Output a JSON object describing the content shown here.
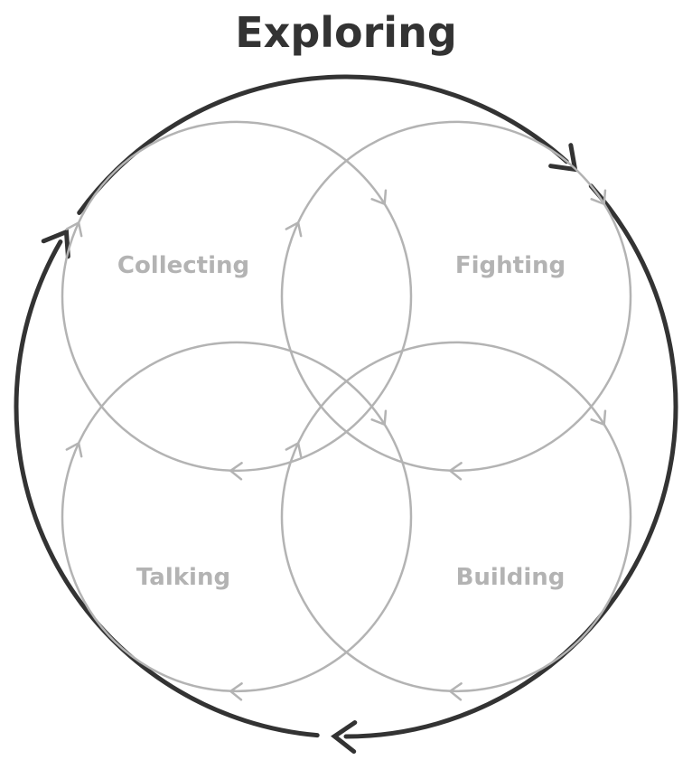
{
  "diagram": {
    "title": "Exploring",
    "loops": [
      {
        "id": "collecting",
        "label": "Collecting"
      },
      {
        "id": "fighting",
        "label": "Fighting"
      },
      {
        "id": "talking",
        "label": "Talking"
      },
      {
        "id": "building",
        "label": "Building"
      }
    ],
    "colors": {
      "outer_cycle": "#333333",
      "inner_cycles": "#b3b3b3"
    }
  }
}
